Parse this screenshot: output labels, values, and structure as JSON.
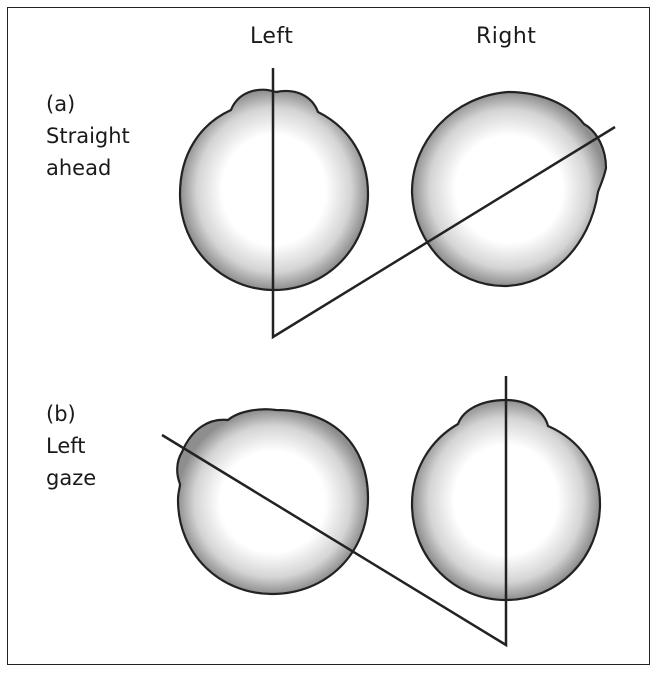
{
  "columns": {
    "left": "Left",
    "right": "Right"
  },
  "rows": [
    {
      "letter": "(a)",
      "line1": "Straight",
      "line2": "ahead"
    },
    {
      "letter": "(b)",
      "line1": "Left",
      "line2": "gaze"
    }
  ],
  "colors": {
    "outline": "#222222",
    "shade": "#b8b8b8",
    "highlight": "#ffffff"
  }
}
